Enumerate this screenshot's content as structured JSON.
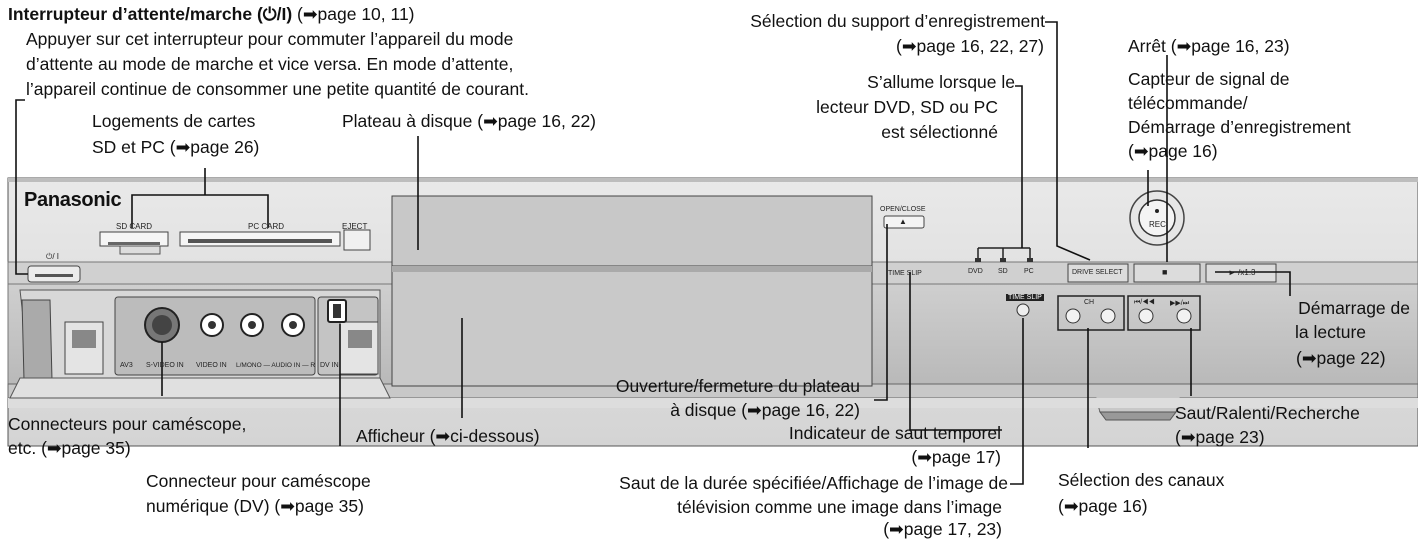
{
  "brand": "Panasonic",
  "labels": {
    "standby_title": "Interrupteur d’attente/marche (⏻/I)",
    "standby_ref": " (➡page 10, 11)",
    "standby_desc1": "Appuyer sur cet interrupteur pour commuter l’appareil du mode",
    "standby_desc2": "d’attente au mode de marche et vice versa. En mode d’attente,",
    "standby_desc3": "l’appareil continue de consommer une petite quantité de courant.",
    "slots1": "Logements de cartes",
    "slots2": "SD et PC (➡page 26)",
    "tray": "Plateau à disque (➡page 16, 22)",
    "drive_select1": "Sélection du support d’enregistrement",
    "drive_select2": "(➡page 16, 22, 27)",
    "lights1": "S’allume lorsque le",
    "lights2": "lecteur DVD, SD ou PC",
    "lights3": "est sélectionné",
    "stop": "Arrêt (➡page 16, 23)",
    "sensor1": "Capteur de signal de",
    "sensor2": "télécommande/",
    "sensor3": "Démarrage d’enregistrement",
    "sensor4": "(➡page 16)",
    "play1": "Démarrage de",
    "play2": "la lecture",
    "play3": "(➡page 22)",
    "skip1": "Saut/Ralenti/Recherche",
    "skip2": "(➡page 23)",
    "channels1": "Sélection des canaux",
    "channels2": "(➡page 16)",
    "timeslip_btn1": "Saut de la durée spécifiée/Affichage de l’image de",
    "timeslip_btn2": "télévision comme une image dans l’image",
    "timeslip_btn3": "(➡page 17, 23)",
    "timeslip_ind1": "Indicateur de saut temporel",
    "timeslip_ind2": "(➡page 17)",
    "openclose1": "Ouverture/fermeture du plateau",
    "openclose2": "à disque (➡page 16, 22)",
    "display": "Afficheur (➡ci-dessous)",
    "camcorder1": "Connecteurs pour caméscope,",
    "camcorder2": "etc. (➡page 35)",
    "dv1": "Connecteur pour caméscope",
    "dv2": "numérique (DV) (➡page 35)"
  },
  "panel": {
    "sd_card": "SD CARD",
    "pc_card": "PC CARD",
    "eject": "EJECT",
    "open_close": "OPEN/CLOSE",
    "eject_symbol": "▲",
    "standby_symbol": "⏻/ I",
    "time_slip": "TIME SLIP",
    "dvd": "DVD",
    "sd": "SD",
    "pc": "PC",
    "drive_select": "DRIVE SELECT",
    "stop_symbol": "■",
    "play_symbol": "► /x1.3",
    "rec": "REC",
    "ch": "CH",
    "skip_back": "⏮/◀◀",
    "skip_fwd": "▶▶/⏭",
    "av3": "AV3",
    "svideo_in": "S-VIDEO IN",
    "video_in": "VIDEO IN",
    "audio_in": "L/MONO — AUDIO IN — R",
    "dv_in": "DV IN"
  }
}
